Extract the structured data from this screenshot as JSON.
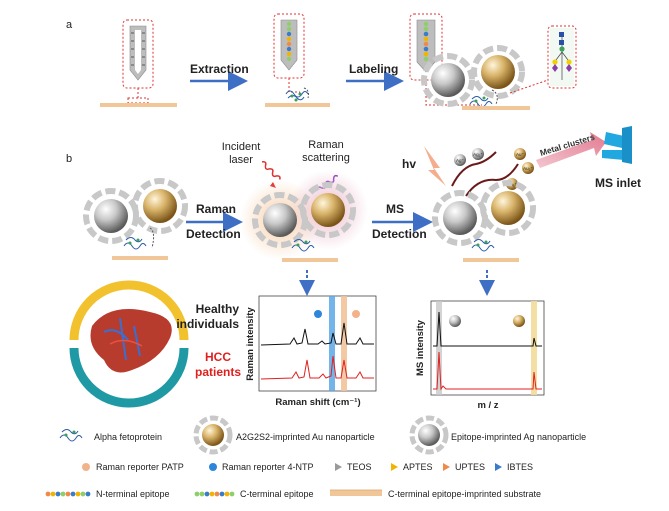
{
  "panel_a": {
    "label": "a",
    "step1": "Extraction",
    "step2": "Labeling"
  },
  "panel_b": {
    "label": "b",
    "incident_laser": [
      "Incident",
      "laser"
    ],
    "raman_scattering": [
      "Raman",
      "scattering"
    ],
    "raman_detection": [
      "Raman",
      "Detection"
    ],
    "ms_detection": [
      "MS",
      "Detection"
    ],
    "hv": "hv",
    "metal_clusters": "Metal clusters",
    "ms_inlet": "MS inlet",
    "cluster_labels": [
      "Ag⁺",
      "Ag₂⁺",
      "Au⁺",
      "Au₂⁺",
      "Au₃⁺"
    ],
    "healthy": [
      "Healthy",
      "individuals"
    ],
    "hcc": [
      "HCC",
      "patients"
    ],
    "raman_chart": {
      "ylabel": "Raman intensity",
      "xlabel": "Raman shift (cm⁻¹)"
    },
    "ms_chart": {
      "ylabel": "MS intensity",
      "xlabel": "m / z"
    }
  },
  "legend": {
    "alpha_fetoprotein": "Alpha fetoprotein",
    "au_np": "A2G2S2-imprinted Au nanoparticle",
    "ag_np": "Epitope-imprinted Ag nanoparticle",
    "patp": "Raman reporter PATP",
    "ntp": "Raman reporter 4-NTP",
    "teos": "TEOS",
    "aptes": "APTES",
    "uptes": "UPTES",
    "ibtes": "IBTES",
    "n_epitope": "N-terminal epitope",
    "c_epitope": "C-terminal epitope",
    "substrate": "C-terminal epitope-imprinted substrate"
  },
  "colors": {
    "arrow_blue": "#3f6fc4",
    "hcc_red": "#e02020",
    "dashed_red": "#e03030",
    "substrate": "#f1c79a",
    "patp": "#f2b38a",
    "ntp": "#2e86d9",
    "teos": "#9a9a9a",
    "aptes": "#f2b400",
    "uptes": "#f08a4b",
    "ibtes": "#3a7cc8",
    "ring_yellow": "#f2c12e",
    "ring_teal": "#1f9aa5"
  }
}
